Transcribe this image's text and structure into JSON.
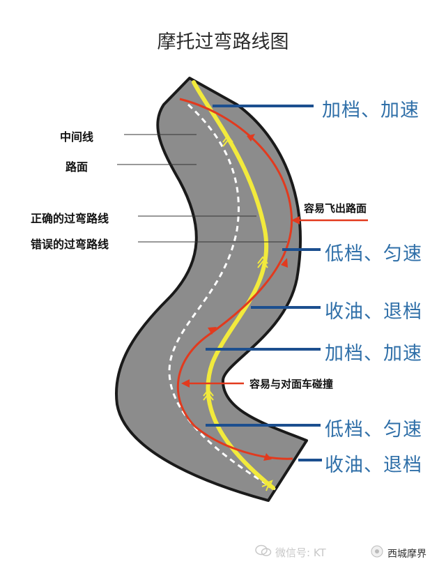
{
  "title": "摩托过弯路线图",
  "left_labels": {
    "center_line": "中间线",
    "road_surface": "路面",
    "correct_line": "正确的过弯路线",
    "wrong_line": "错误的过弯路线"
  },
  "right_labels": [
    "加档、加速",
    "低档、匀速",
    "收油、退档",
    "加档、加速",
    "低档、匀速",
    "收油、退档"
  ],
  "notes": {
    "fly_off": "容易飞出路面",
    "collide": "容易与对面车碰撞"
  },
  "watermark": {
    "wechat": "微信号: KT",
    "account": "西城摩界"
  },
  "colors": {
    "road": "#8c8c8c",
    "road_edge": "#1a1a1a",
    "correct_line": "#f2ea3c",
    "wrong_line": "#e23a1e",
    "callout_blue": "#1c4f8f",
    "label_blue": "#2f6fa8"
  }
}
